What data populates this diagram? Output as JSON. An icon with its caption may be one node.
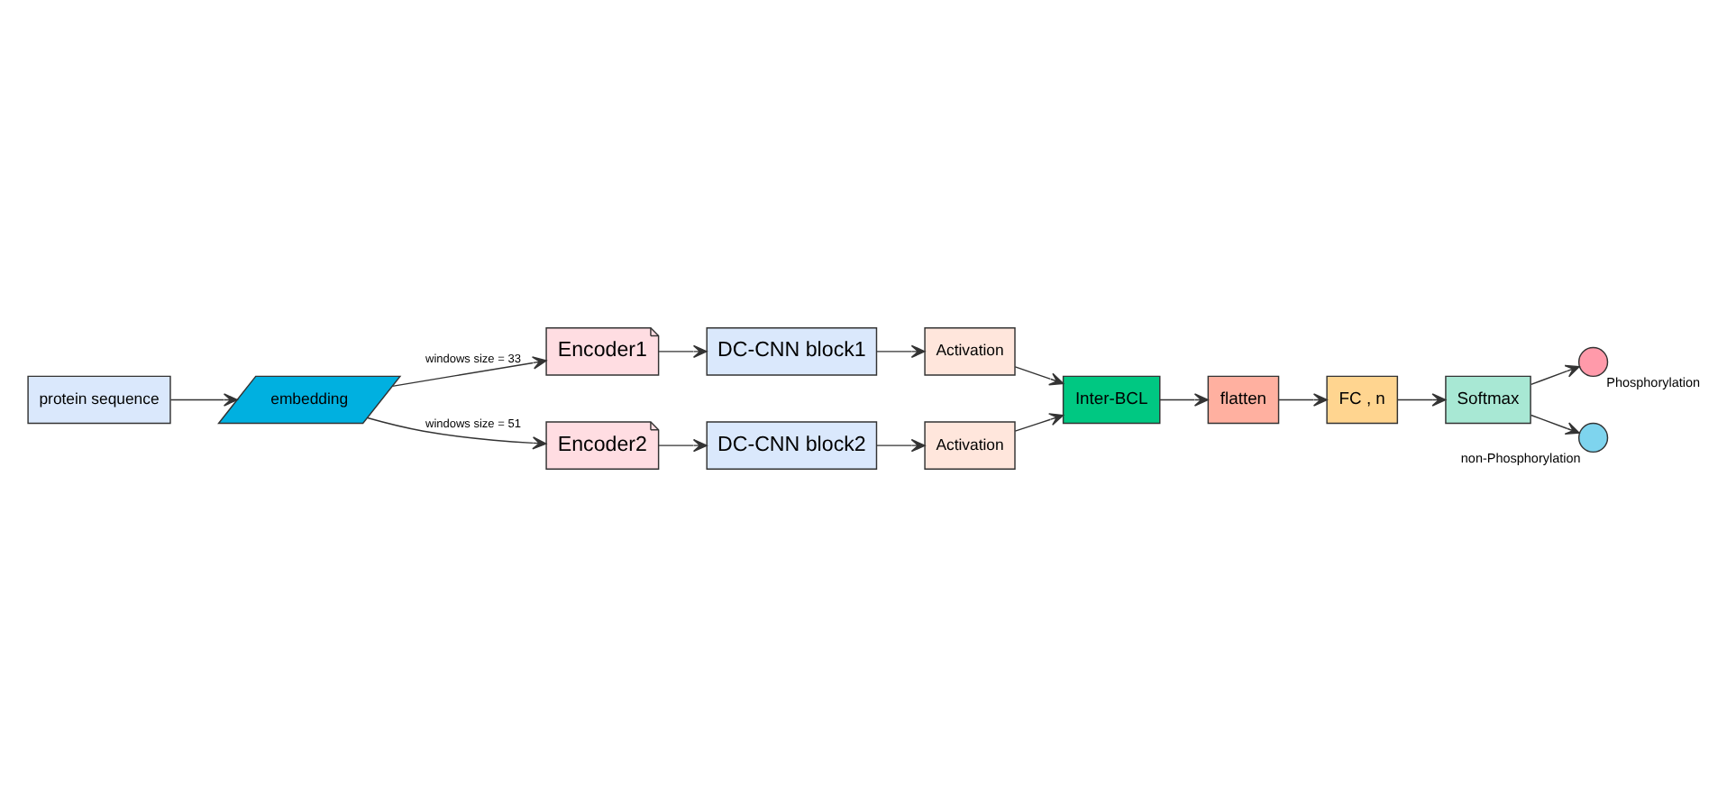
{
  "diagram": {
    "nodes": [
      {
        "text": [
          "protein sequence"
        ]
      },
      {
        "text": [
          "embedding"
        ]
      },
      {
        "text": [
          "Encoder1"
        ]
      },
      {
        "text": [
          "DC-CNN block1"
        ]
      },
      {
        "text": [
          "Activation"
        ]
      },
      {
        "text": [
          "Encoder2"
        ]
      },
      {
        "text": [
          "DC-CNN block2"
        ]
      },
      {
        "text": [
          "Activation"
        ]
      },
      {
        "text": [
          "Inter-BCL"
        ]
      },
      {
        "text": [
          "flatten"
        ]
      },
      {
        "text": [
          "FC , n"
        ]
      },
      {
        "text": [
          "Softmax"
        ]
      },
      {
        "text": [],
        "shape": "circle",
        "beside": [
          "Phosphorylation"
        ]
      },
      {
        "text": [],
        "shape": "circle",
        "beside": [
          "non-Phosphorylation"
        ]
      }
    ],
    "edges": [
      {
        "from": 0,
        "to": 1,
        "arrow": "to"
      },
      {
        "from": 1,
        "to": 2,
        "arrow": "to",
        "label": "windows size = 33"
      },
      {
        "from": 1,
        "to": 5,
        "arrow": "to",
        "label": "windows size = 51"
      },
      {
        "from": 2,
        "to": 3,
        "arrow": "to"
      },
      {
        "from": 3,
        "to": 4,
        "arrow": "to"
      },
      {
        "from": 5,
        "to": 6,
        "arrow": "to"
      },
      {
        "from": 6,
        "to": 7,
        "arrow": "to"
      },
      {
        "from": 4,
        "to": 8,
        "arrow": "to"
      },
      {
        "from": 7,
        "to": 8,
        "arrow": "to"
      },
      {
        "from": 8,
        "to": 9,
        "arrow": "to"
      },
      {
        "from": 9,
        "to": 10,
        "arrow": "to"
      },
      {
        "from": 10,
        "to": 11,
        "arrow": "to"
      },
      {
        "from": 11,
        "to": 12,
        "arrow": "to"
      },
      {
        "from": 11,
        "to": 13,
        "arrow": "to"
      }
    ]
  }
}
